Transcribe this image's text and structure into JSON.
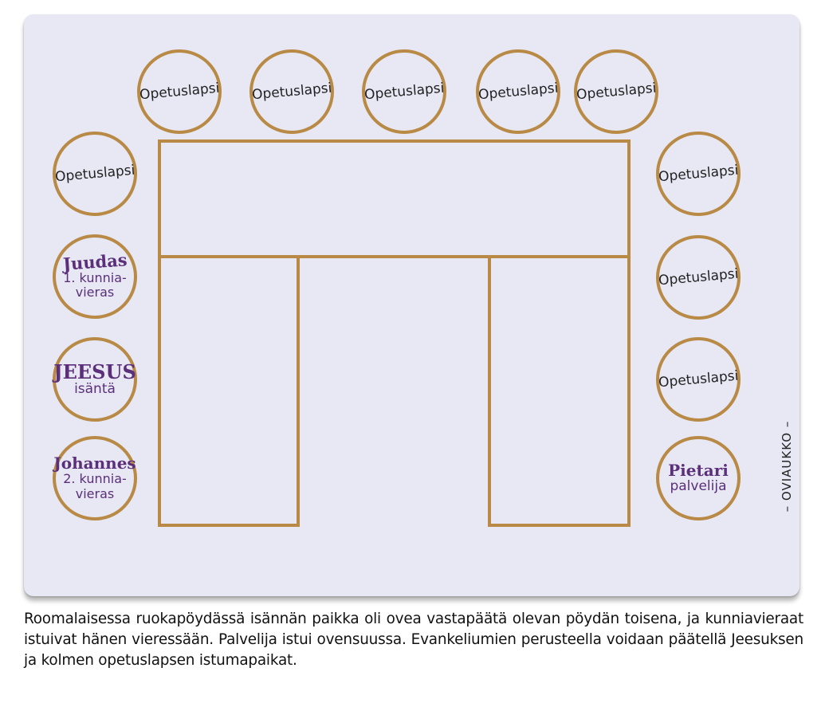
{
  "seats": {
    "top": [
      "Opetuslapsi",
      "Opetuslapsi",
      "Opetuslapsi",
      "Opetuslapsi",
      "Opetuslapsi"
    ],
    "left_top": "Opetuslapsi",
    "juudas": {
      "name": "Juudas",
      "role": [
        "1. kunnia-",
        "vieras"
      ]
    },
    "jeesus": {
      "name": "JEESUS",
      "role": [
        "isäntä"
      ]
    },
    "johannes": {
      "name": "Johannes",
      "role": [
        "2. kunnia-",
        "vieras"
      ]
    },
    "right": [
      "Opetuslapsi",
      "Opetuslapsi",
      "Opetuslapsi"
    ],
    "pietari": {
      "name": "Pietari",
      "role": [
        "palvelija"
      ]
    }
  },
  "door_label": "– OVIAUKKO –",
  "caption": "Roomalaisessa ruokapöydässä isännän paikka oli ovea vastapäätä olevan pöydän toisena, ja kunniavieraat istuivat hänen vieressään. Palvelija istui ovensuussa. Evankeliumien perusteella voidaan päätellä Jeesuksen ja kolmen opetuslapsen istumapaikat.",
  "colors": {
    "table": "#b88a45",
    "names": "#5b2f7a",
    "panel": "#e7e8f3"
  }
}
